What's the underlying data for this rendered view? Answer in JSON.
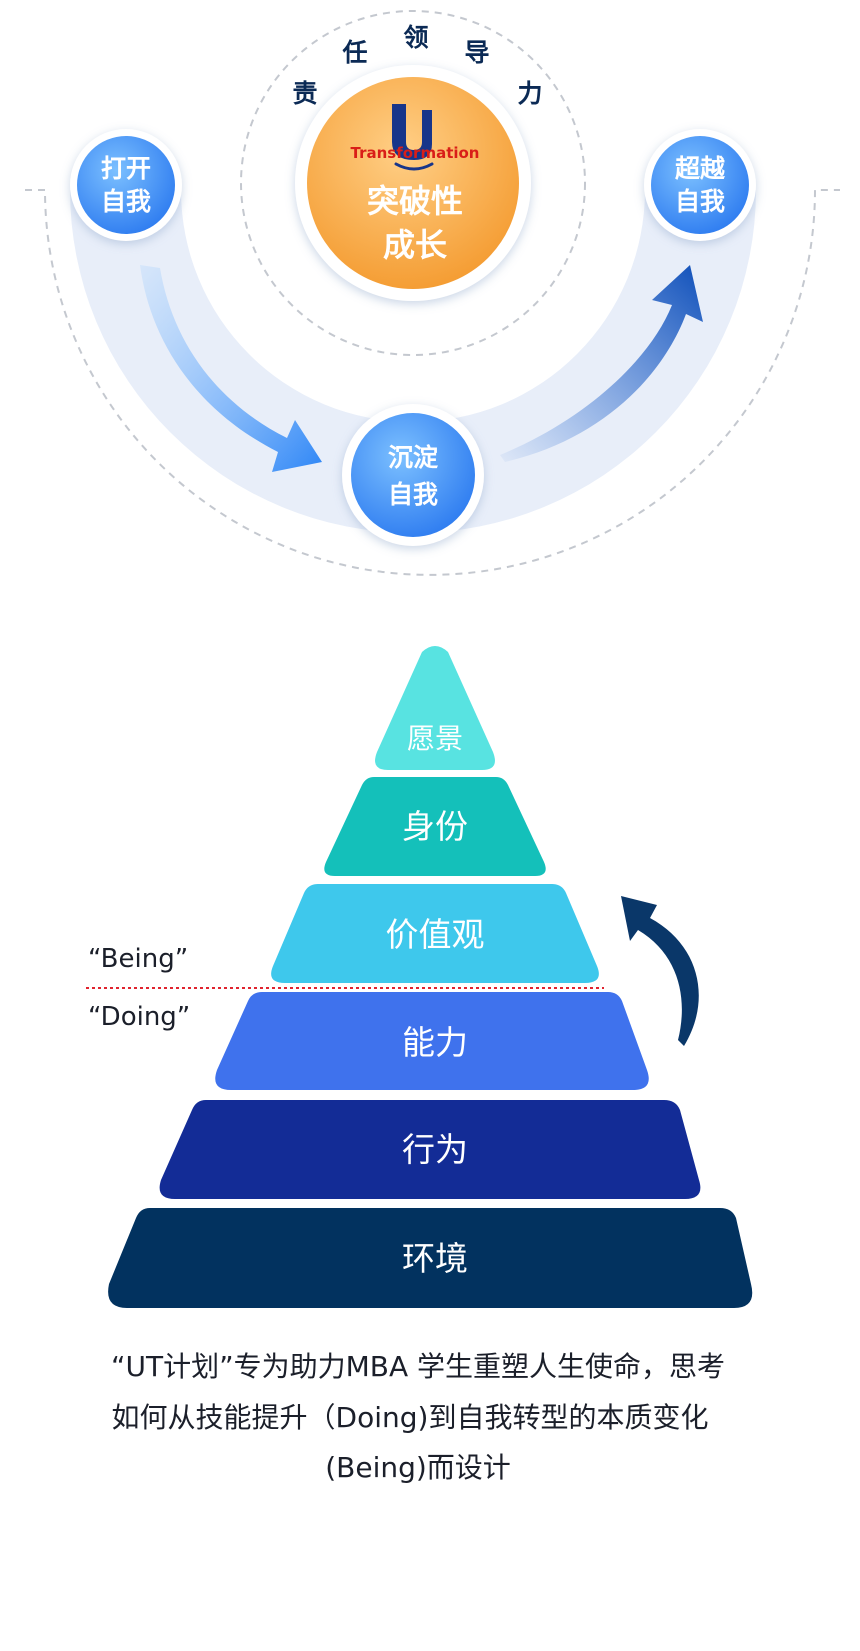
{
  "growth_cycle": {
    "core_label_line1": "突破性",
    "core_label_line2": "成长",
    "logo_text": "Transformation",
    "leadership_chars": [
      "责",
      "任",
      "领",
      "导",
      "力"
    ],
    "stages": [
      {
        "line1": "打开",
        "line2": "自我"
      },
      {
        "line1": "沉淀",
        "line2": "自我"
      },
      {
        "line1": "超越",
        "line2": "自我"
      }
    ]
  },
  "pyramid": {
    "levels": [
      {
        "label": "愿景",
        "color": "#58e3e1"
      },
      {
        "label": "身份",
        "color": "#14c0ba"
      },
      {
        "label": "价值观",
        "color": "#3ec8ec"
      },
      {
        "label": "能力",
        "color": "#3f72ed"
      },
      {
        "label": "行为",
        "color": "#132c96"
      },
      {
        "label": "环境",
        "color": "#02325f"
      }
    ],
    "being_label": "“Being”",
    "doing_label": "“Doing”",
    "divider_color": "#e0232e",
    "arrow_color": "#0a3769"
  },
  "caption": {
    "line1": "“UT计划”专为助力MBA 学生重塑人生使命，思考",
    "line2": "如何从技能提升（Doing)到自我转型的本质变化",
    "line3": "(Being)而设计"
  },
  "colors": {
    "bubble_light": "#6ab4ff",
    "bubble_dark": "#2f7ff1",
    "core_light": "#ffc677",
    "core_dark": "#f39a2c",
    "band": "#e8eef9"
  }
}
